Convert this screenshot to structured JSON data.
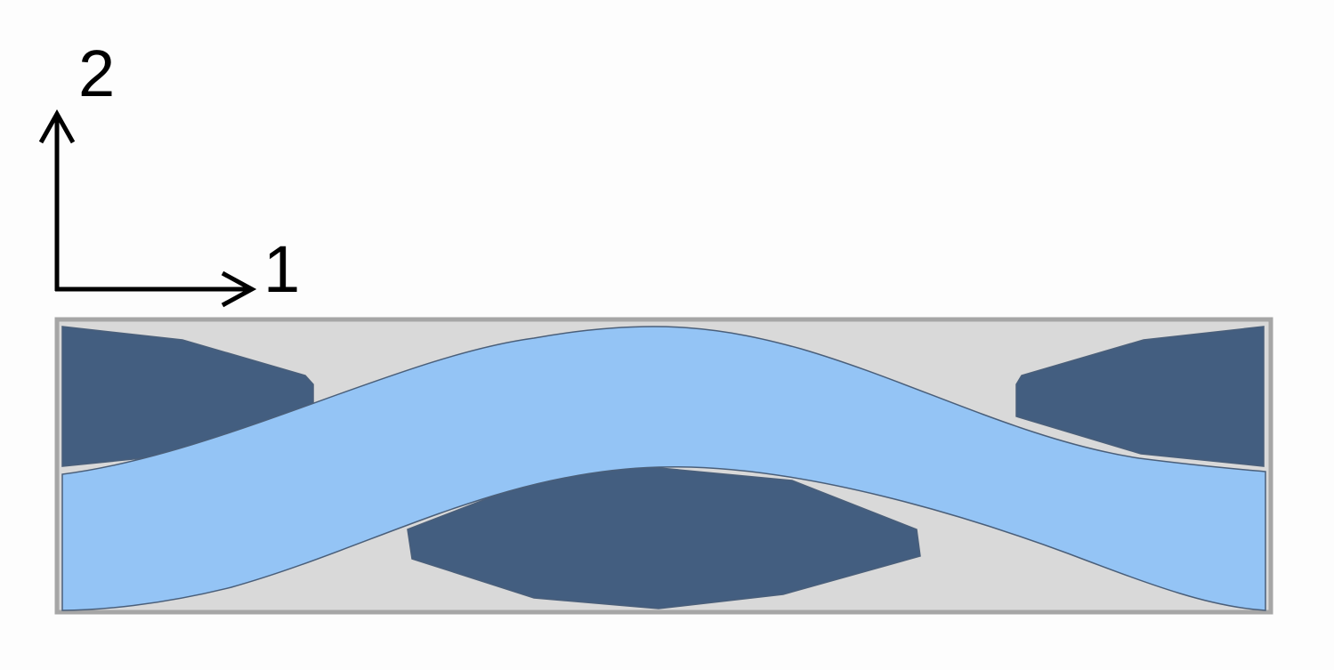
{
  "axes": {
    "direction_1_label": "1",
    "direction_2_label": "2"
  },
  "colors": {
    "background": "#fdfdfd",
    "matrix_fill": "#d9d9d9",
    "matrix_border": "#a6a6a6",
    "warp_yarn": "#435e80",
    "weft_yarn": "#94c4f5",
    "yarn_outline": "#4a5f7a",
    "axis_arrow": "#000000"
  },
  "diagram": {
    "components": [
      {
        "id": "matrix",
        "icon": "rectangle"
      },
      {
        "id": "warp-yarn-left",
        "icon": "lens-cross-section"
      },
      {
        "id": "warp-yarn-center",
        "icon": "lens-cross-section"
      },
      {
        "id": "warp-yarn-right",
        "icon": "lens-cross-section"
      },
      {
        "id": "weft-yarn",
        "icon": "undulating-band"
      }
    ]
  }
}
